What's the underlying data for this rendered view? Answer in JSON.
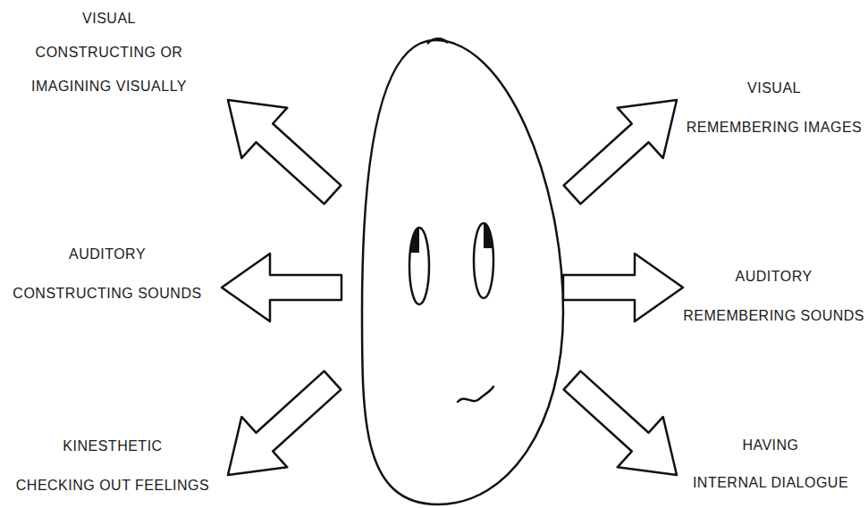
{
  "diagram": {
    "labels": [
      "VISUAL CONSTRUCTING OR IMAGINING VISUALLY",
      "VISUAL REMEMBERING IMAGES",
      "AUDITORY CONSTRUCTING SOUNDS",
      "AUDITORY REMEMBERING SOUNDS",
      "KINESTHETIC CHECKING OUT FEELINGS",
      "HAVING INTERNAL DIALOGUE"
    ]
  }
}
